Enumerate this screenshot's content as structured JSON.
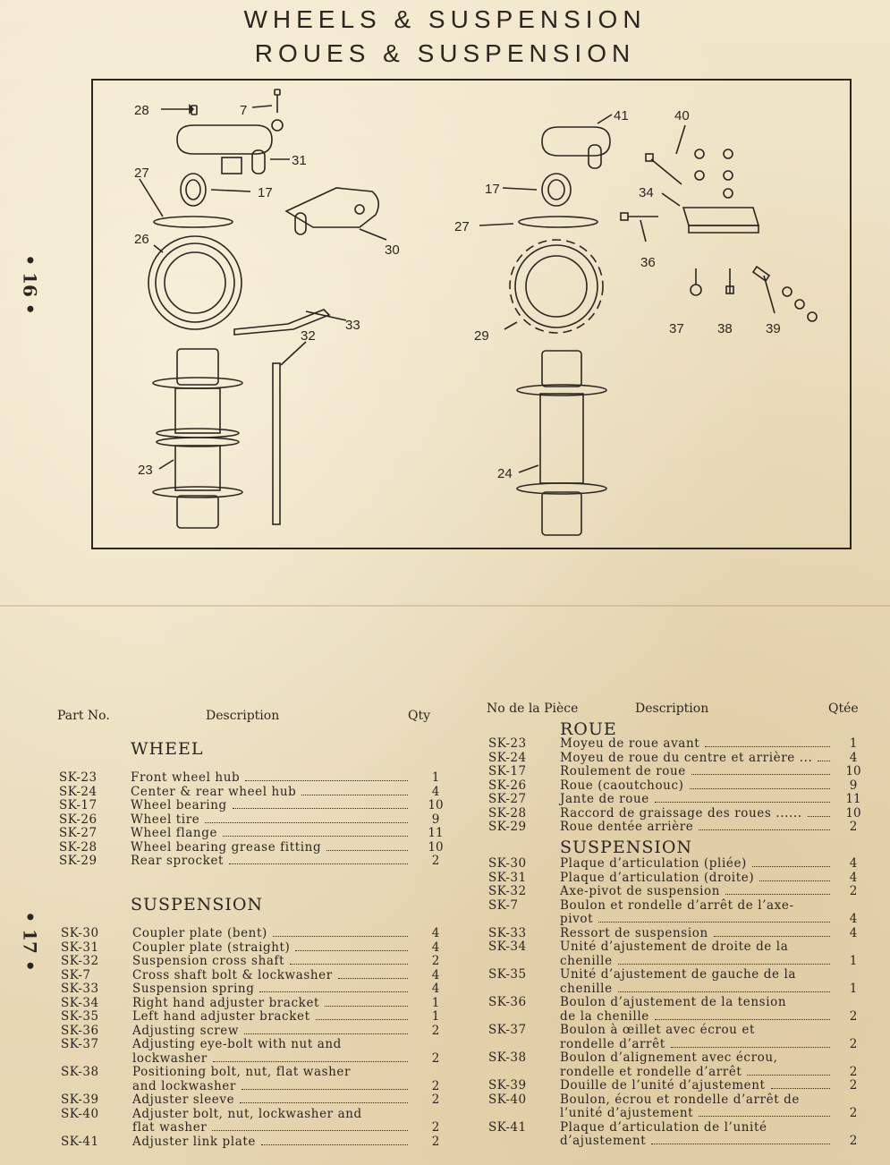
{
  "title_en": "WHEELS & SUSPENSION",
  "title_fr": "ROUES & SUSPENSION",
  "page_left": "• 16 •",
  "page_right": "• 17 •",
  "callouts": [
    "28",
    "7",
    "31",
    "27",
    "17",
    "30",
    "26",
    "33",
    "32",
    "23",
    "41",
    "40",
    "17",
    "34",
    "27",
    "36",
    "29",
    "37",
    "38",
    "39",
    "24"
  ],
  "left": {
    "h_part": "Part No.",
    "h_desc": "Description",
    "h_qty": "Qty",
    "sec_wheel": "WHEEL",
    "sec_susp": "SUSPENSION",
    "wheel": [
      {
        "pn": "SK-23",
        "desc": "Front wheel hub",
        "qty": "1"
      },
      {
        "pn": "SK-24",
        "desc": "Center & rear wheel hub",
        "qty": "4"
      },
      {
        "pn": "SK-17",
        "desc": "Wheel bearing",
        "qty": "10"
      },
      {
        "pn": "SK-26",
        "desc": "Wheel tire",
        "qty": "9"
      },
      {
        "pn": "SK-27",
        "desc": "Wheel flange",
        "qty": "11"
      },
      {
        "pn": "SK-28",
        "desc": "Wheel bearing grease fitting",
        "qty": "10"
      },
      {
        "pn": "SK-29",
        "desc": "Rear sprocket",
        "qty": "2"
      }
    ],
    "susp": [
      {
        "pn": "SK-30",
        "desc": "Coupler plate (bent)",
        "qty": "4"
      },
      {
        "pn": "SK-31",
        "desc": "Coupler plate (straight)",
        "qty": "4"
      },
      {
        "pn": "SK-32",
        "desc": "Suspension cross shaft",
        "qty": "2"
      },
      {
        "pn": "SK-7",
        "desc": "Cross shaft bolt & lockwasher",
        "qty": "4"
      },
      {
        "pn": "SK-33",
        "desc": "Suspension spring",
        "qty": "4"
      },
      {
        "pn": "SK-34",
        "desc": "Right hand adjuster bracket",
        "qty": "1"
      },
      {
        "pn": "SK-35",
        "desc": "Left hand adjuster bracket",
        "qty": "1"
      },
      {
        "pn": "SK-36",
        "desc": "Adjusting screw",
        "qty": "2"
      },
      {
        "pn": "SK-37",
        "desc": "Adjusting eye-bolt with nut and",
        "desc2": "lockwasher",
        "qty": "2"
      },
      {
        "pn": "SK-38",
        "desc": "Positioning bolt, nut, flat washer",
        "desc2": "and lockwasher",
        "qty": "2"
      },
      {
        "pn": "SK-39",
        "desc": "Adjuster sleeve",
        "qty": "2"
      },
      {
        "pn": "SK-40",
        "desc": "Adjuster bolt, nut, lockwasher and",
        "desc2": "flat washer",
        "qty": "2"
      },
      {
        "pn": "SK-41",
        "desc": "Adjuster link plate",
        "qty": "2"
      }
    ]
  },
  "right": {
    "h_part": "No de la Pièce",
    "h_desc": "Description",
    "h_qty": "Qtée",
    "sec_roue": "ROUE",
    "sec_susp": "SUSPENSION",
    "roue": [
      {
        "pn": "SK-23",
        "desc": "Moyeu de roue avant",
        "qty": "1"
      },
      {
        "pn": "SK-24",
        "desc": "Moyeu de roue du centre et arrière ...",
        "qty": "4"
      },
      {
        "pn": "SK-17",
        "desc": "Roulement de roue",
        "qty": "10"
      },
      {
        "pn": "SK-26",
        "desc": "Roue (caoutchouc)",
        "qty": "9"
      },
      {
        "pn": "SK-27",
        "desc": "Jante de roue",
        "qty": "11"
      },
      {
        "pn": "SK-28",
        "desc": "Raccord de graissage des roues ......",
        "qty": "10"
      },
      {
        "pn": "SK-29",
        "desc": "Roue dentée arrière",
        "qty": "2"
      }
    ],
    "susp": [
      {
        "pn": "SK-30",
        "desc": "Plaque d’articulation (pliée)",
        "qty": "4"
      },
      {
        "pn": "SK-31",
        "desc": "Plaque d’articulation (droite)",
        "qty": "4"
      },
      {
        "pn": "SK-32",
        "desc": "Axe-pivot de suspension",
        "qty": "2"
      },
      {
        "pn": "SK-7",
        "desc": "Boulon et rondelle d’arrêt de l’axe-",
        "desc2": "pivot",
        "qty": "4"
      },
      {
        "pn": "SK-33",
        "desc": "Ressort de suspension",
        "qty": "4"
      },
      {
        "pn": "SK-34",
        "desc": "Unité d’ajustement de droite de la",
        "desc2": "chenille",
        "qty": "1"
      },
      {
        "pn": "SK-35",
        "desc": "Unité d’ajustement de gauche de la",
        "desc2": "chenille",
        "qty": "1"
      },
      {
        "pn": "SK-36",
        "desc": "Boulon d’ajustement de la tension",
        "desc2": "de la chenille",
        "qty": "2"
      },
      {
        "pn": "SK-37",
        "desc": "Boulon à œillet avec écrou et",
        "desc2": "rondelle d’arrêt",
        "qty": "2"
      },
      {
        "pn": "SK-38",
        "desc": "Boulon d’alignement avec écrou,",
        "desc2": "rondelle et rondelle d’arrêt",
        "qty": "2"
      },
      {
        "pn": "SK-39",
        "desc": "Douille de l’unité d’ajustement",
        "qty": "2"
      },
      {
        "pn": "SK-40",
        "desc": "Boulon, écrou et rondelle d’arrêt de",
        "desc2": "l’unité d’ajustement",
        "qty": "2"
      },
      {
        "pn": "SK-41",
        "desc": "Plaque d’articulation de l’unité",
        "desc2": "d’ajustement",
        "qty": "2"
      }
    ]
  }
}
